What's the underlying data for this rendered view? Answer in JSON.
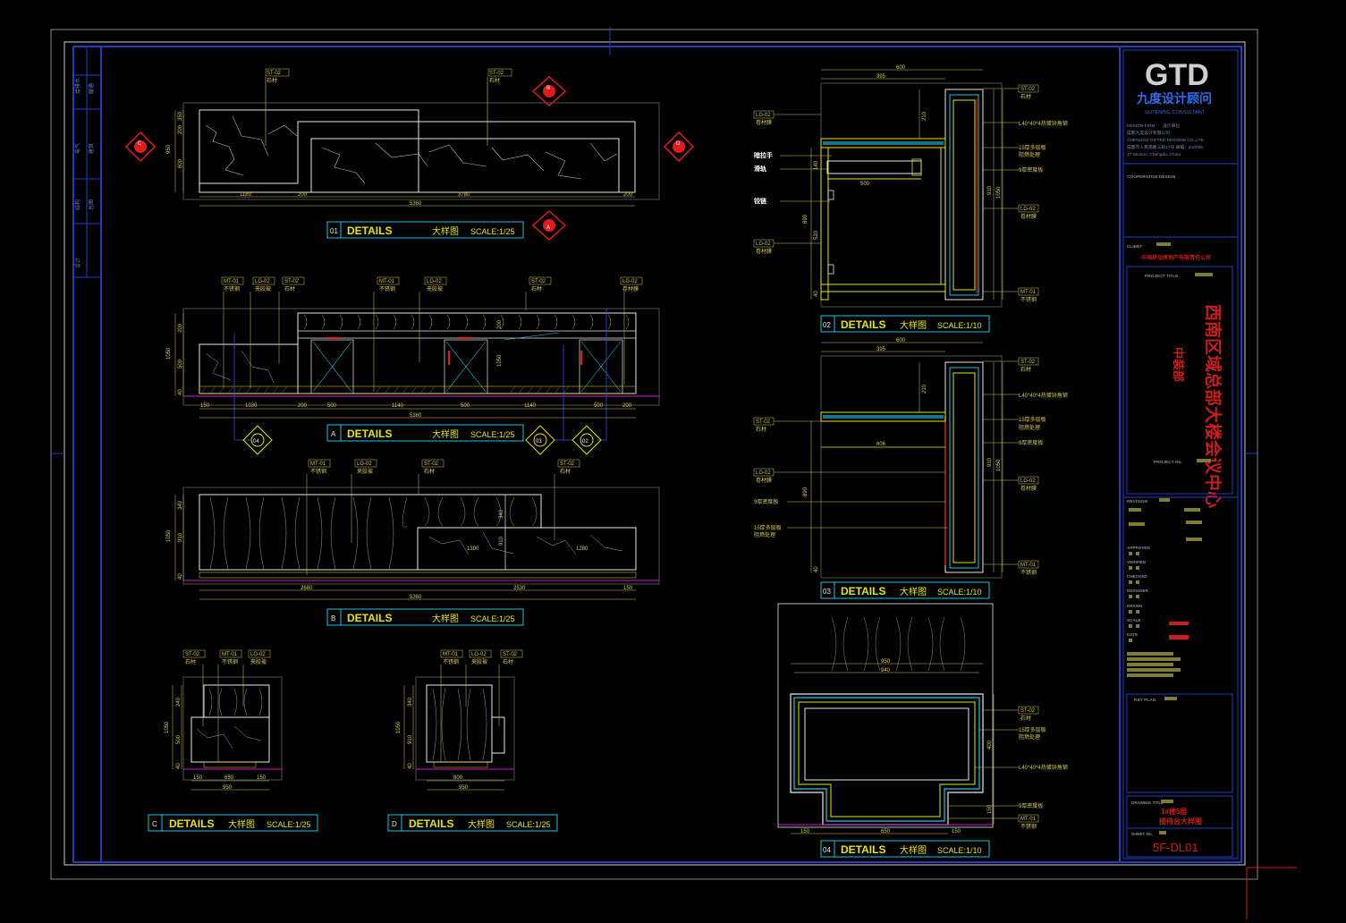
{
  "colors": {
    "background": "#000000",
    "frame_blue": "#1f3fbf",
    "line_white": "#e8e8e8",
    "line_yellow": "#e6e600",
    "line_cyan": "#19c8e6",
    "line_red": "#e21b1b",
    "line_magenta": "#d21ad2",
    "text_yellow": "#d8c85a",
    "title_red": "#c81e1e"
  },
  "titleblock": {
    "logo": "GTD",
    "company_cn": "九度设计顾问",
    "company_en": "GUTENING CONSULTANT",
    "design_firm_label": "DESIGN FIRM",
    "design_firm_cn": "设计单位",
    "firm_cn": "成都九度设计有限公司",
    "firm_en": "CHENGDU GIFTED DESIGNS CO.,LTD",
    "addr_cn": "成都市人民南路三段17号  邮编：610000",
    "addr_en": "17 Section, Chengdu, China",
    "cooperative": "COOPERATIVE DESIGN",
    "client_label": "CLIENT",
    "client_name": "中国移动房地产有限责任公司",
    "project_title_label": "PROJECT TITLE",
    "project_title": "西南区域总部大楼会议中心",
    "project_title_sub": "中装部",
    "project_no_label": "PROJECT No.",
    "revision_label": "REVISION",
    "approved": "APPROVED",
    "verified": "VERIFIED",
    "checked": "CHECKED",
    "designer": "DESIGNER",
    "drawn": "DRAWN",
    "scale": "SCALE",
    "date": "DATE",
    "key_plan": "KEY PLAN",
    "drawing_title_label": "DRAWING TITLE",
    "drawing_title_1": "1#楼5层",
    "drawing_title_2": "接待台大样图",
    "sheet_no_label": "SHEET No.",
    "sheet_no": "5F-DL01"
  },
  "left_strip": {
    "labels": [
      "给排水",
      "暖通",
      "电气",
      "建筑",
      "结构",
      "总图",
      "设计"
    ]
  },
  "details": {
    "d01": {
      "num": "01",
      "label": "DETAILS",
      "cn": "大样图",
      "scale": "SCALE:1/25"
    },
    "dA": {
      "num": "A",
      "label": "DETAILS",
      "cn": "大样图",
      "scale": "SCALE:1/25"
    },
    "dB": {
      "num": "B",
      "label": "DETAILS",
      "cn": "大样图",
      "scale": "SCALE:1/25"
    },
    "dC": {
      "num": "C",
      "label": "DETAILS",
      "cn": "大样图",
      "scale": "SCALE:1/25"
    },
    "dD": {
      "num": "D",
      "label": "DETAILS",
      "cn": "大样图",
      "scale": "SCALE:1/25"
    },
    "d02": {
      "num": "02",
      "label": "DETAILS",
      "cn": "大样图",
      "scale": "SCALE:1/10"
    },
    "d03": {
      "num": "03",
      "label": "DETAILS",
      "cn": "大样图",
      "scale": "SCALE:1/10"
    },
    "d04": {
      "num": "04",
      "label": "DETAILS",
      "cn": "大样图",
      "scale": "SCALE:1/10"
    }
  },
  "tags": {
    "st02": "ST-02",
    "mt01": "MT-01",
    "lg02": "LG-02",
    "stone": "石材",
    "steel": "不锈钢",
    "glass": "夹胶玻",
    "glass2": "卷材膜"
  },
  "section_markers": {
    "A": "A",
    "B": "B",
    "C": "C",
    "D": "D",
    "D4": "04",
    "D3": "03",
    "D2": "02"
  },
  "dims_01": {
    "h1": "350",
    "h2": "200",
    "h3": "600",
    "hv": "950",
    "w1": "1180",
    "w2": "200",
    "w3": "3780",
    "w4": "200",
    "total": "5360"
  },
  "dims_A": {
    "h1": "200",
    "h2": "500",
    "h3": "40",
    "hv": "1050",
    "s1": "150",
    "s2": "1030",
    "s3": "200",
    "s4": "500",
    "s5": "1140",
    "s6": "500",
    "s7": "1140",
    "s8": "500",
    "s9": "200",
    "total": "5360"
  },
  "dims_B": {
    "h1": "340",
    "h2": "910",
    "h3": "40",
    "hv": "1050",
    "s1": "2680",
    "s2": "2530",
    "s3": "150",
    "total": "5360",
    "l1": "1390",
    "l2": "1280"
  },
  "dims_C": {
    "h1": "240",
    "h2": "500",
    "h3": "40",
    "hv": "1050",
    "s1": "150",
    "s2": "650",
    "s3": "150",
    "total": "950"
  },
  "dims_D": {
    "h1": "340",
    "h2": "910",
    "h3": "40",
    "hv": "1050",
    "s1": "800",
    "total": "950"
  },
  "dims_02": {
    "w": "600",
    "w2": "395",
    "h1": "210",
    "h2": "140",
    "h3": "520",
    "hv": "890",
    "hv2": "910",
    "hv3": "1050",
    "h4": "40",
    "d500": "500"
  },
  "dims_03": {
    "w": "600",
    "w2": "395",
    "h1": "210",
    "hv": "890",
    "hv2": "910",
    "hv3": "1050",
    "h4": "40",
    "d606": "606"
  },
  "dims_04": {
    "w1": "950",
    "w2": "940",
    "w3": "150",
    "w4": "650",
    "w5": "150",
    "h1": "400",
    "h2": "150"
  },
  "notes_02": {
    "n1": "L40*40*4热镀锌角钢",
    "n2": "15厚多层板",
    "n2b": "阻燃处理",
    "n3": "9厚密度板",
    "left1": "暗拉手",
    "left2": "滑轨",
    "left3": "铰链"
  },
  "notes_03": {
    "left1": "9厚密度板",
    "left2": "15厚多层板",
    "left2b": "阻燃处理"
  }
}
